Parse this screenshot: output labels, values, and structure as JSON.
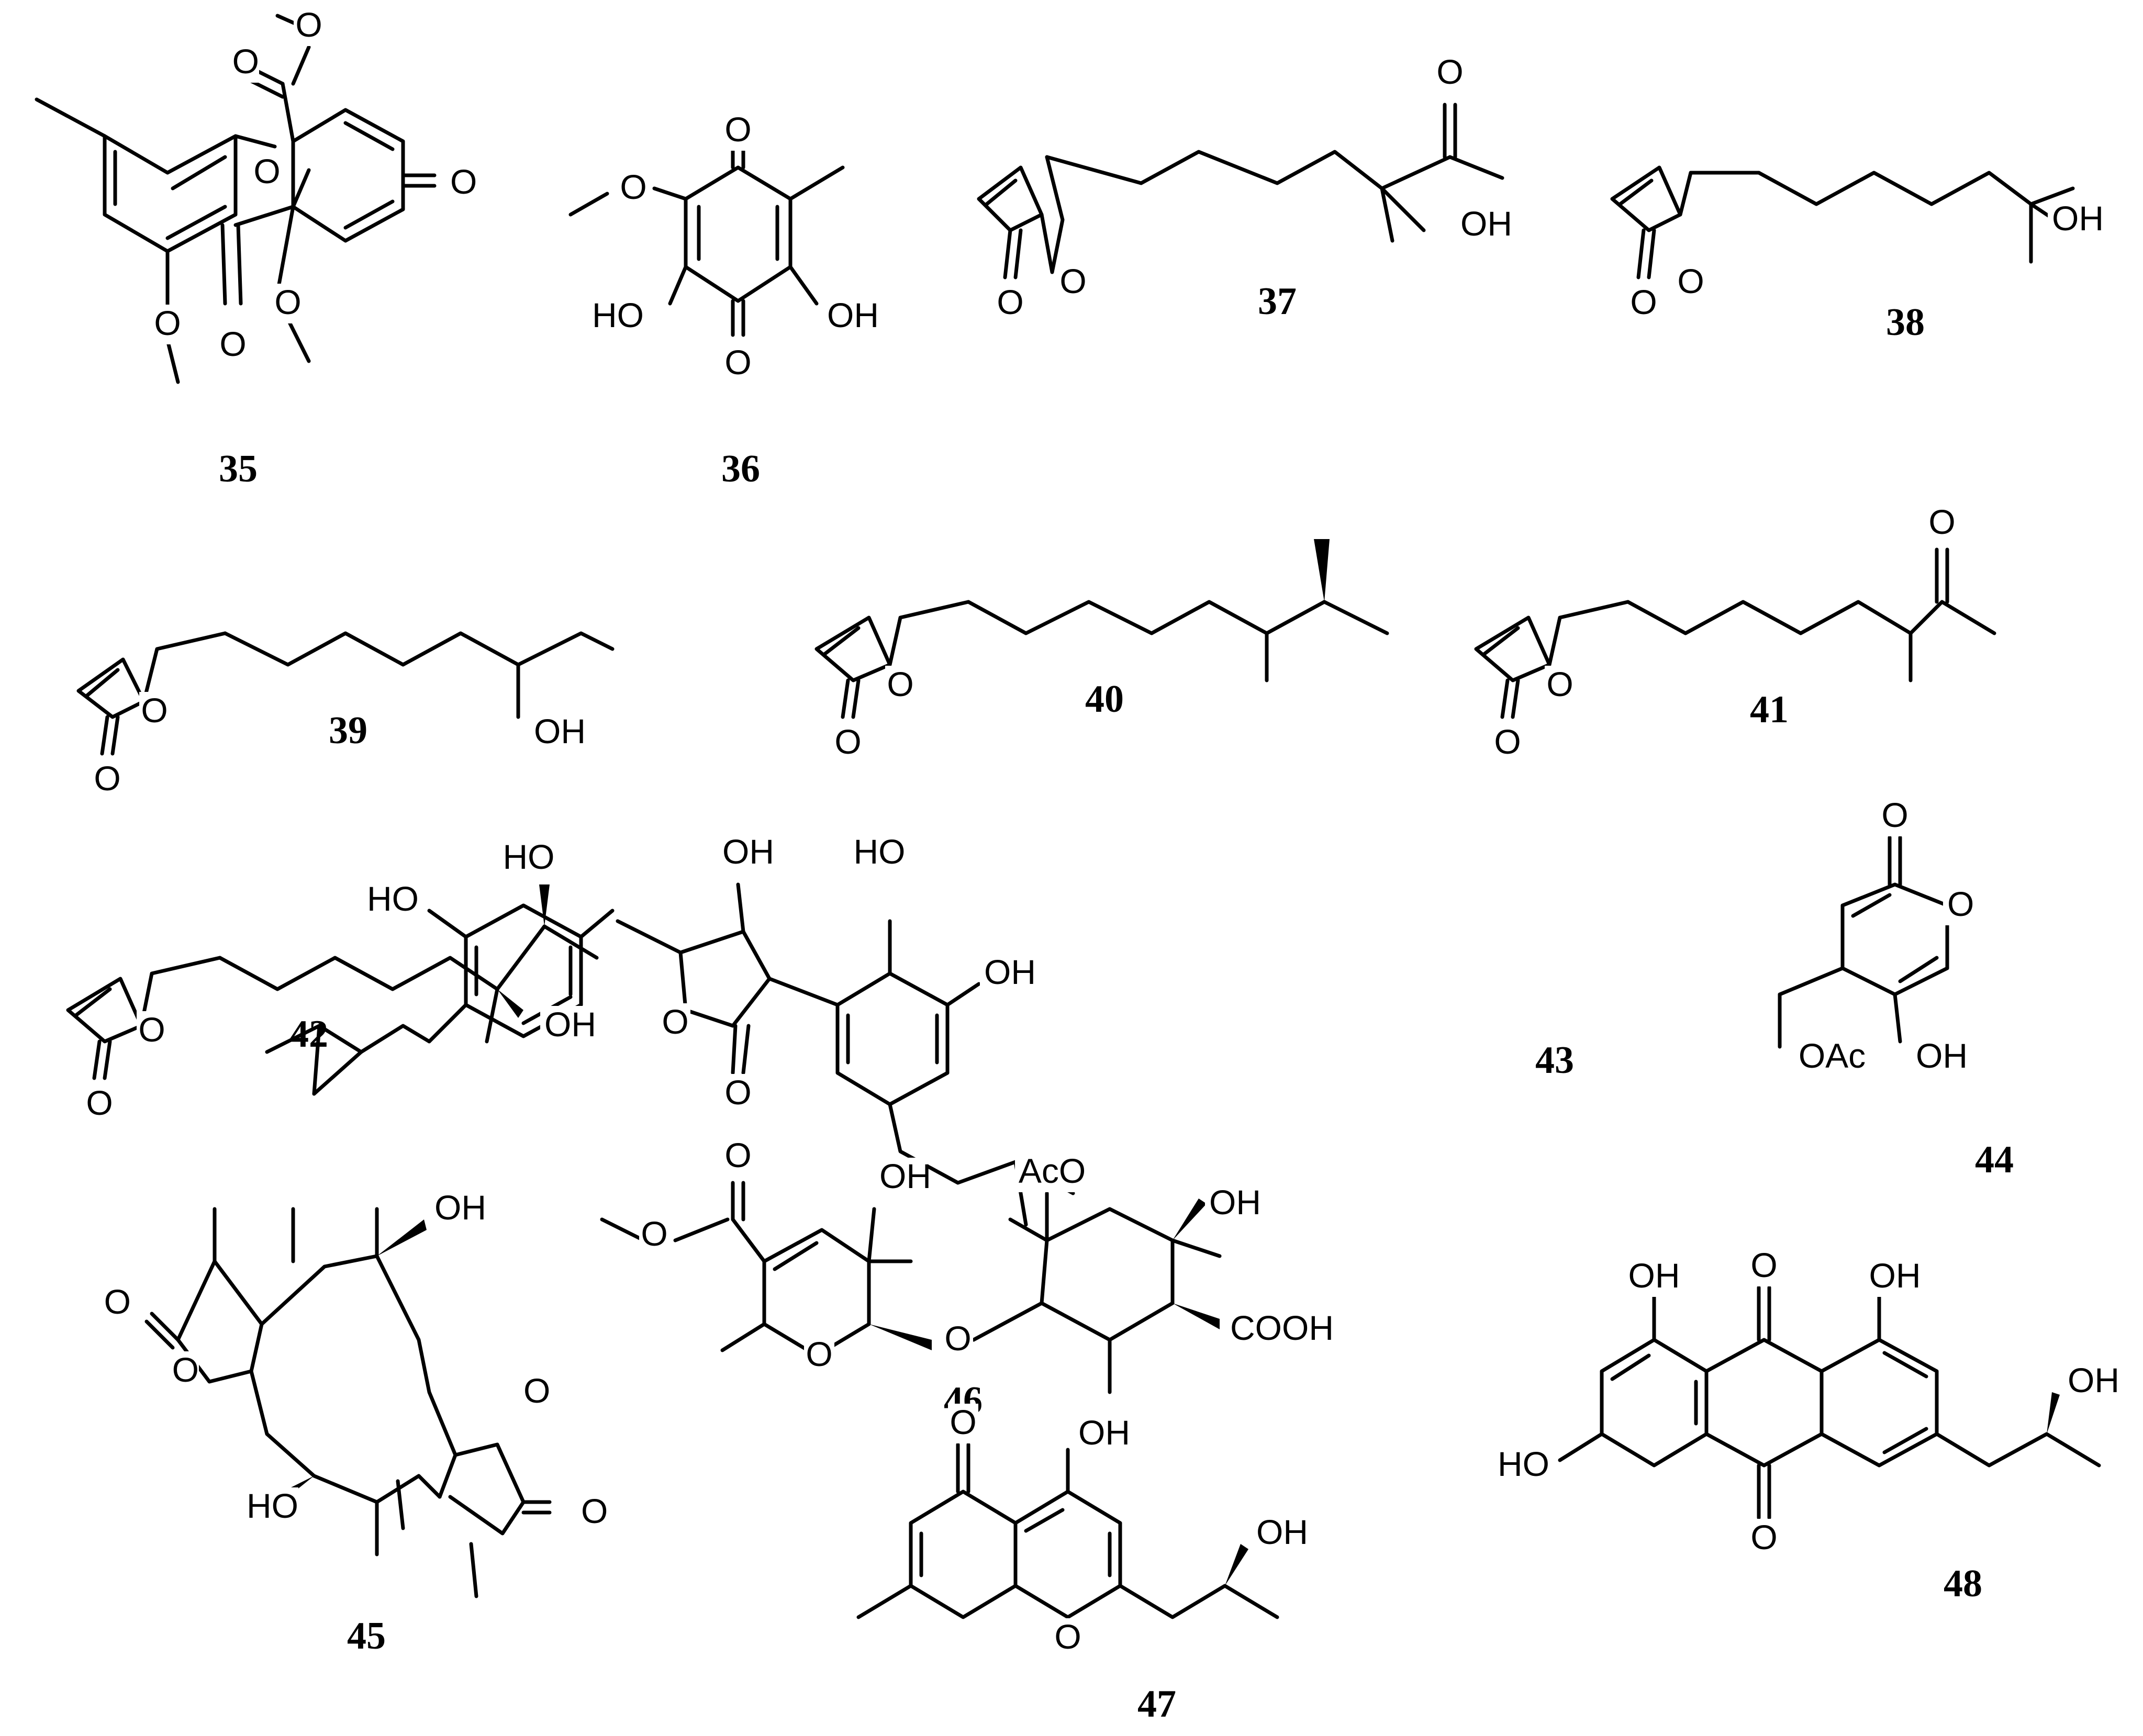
{
  "compounds": [
    {
      "id": "35",
      "atoms": [
        "O",
        "O",
        "O",
        "O",
        "O",
        "O",
        "O"
      ]
    },
    {
      "id": "36",
      "atoms": [
        "O",
        "O",
        "O",
        "HO",
        "OH"
      ]
    },
    {
      "id": "37",
      "atoms": [
        "O",
        "O",
        "O",
        "OH"
      ]
    },
    {
      "id": "38",
      "atoms": [
        "O",
        "O",
        "OH"
      ]
    },
    {
      "id": "39",
      "atoms": [
        "O",
        "O",
        "OH"
      ]
    },
    {
      "id": "40",
      "atoms": [
        "O",
        "O"
      ]
    },
    {
      "id": "41",
      "atoms": [
        "O",
        "O",
        "O"
      ]
    },
    {
      "id": "42",
      "atoms": [
        "O",
        "O",
        "HO",
        "OH"
      ]
    },
    {
      "id": "43",
      "atoms": [
        "HO",
        "OH",
        "HO",
        "OH",
        "O",
        "O"
      ]
    },
    {
      "id": "44",
      "atoms": [
        "O",
        "O",
        "OAc",
        "OH"
      ]
    },
    {
      "id": "45",
      "atoms": [
        "O",
        "O",
        "OH",
        "O",
        "O",
        "HO"
      ]
    },
    {
      "id": "46",
      "atoms": [
        "O",
        "O",
        "OH",
        "AcO",
        "OH",
        "O",
        "O",
        "COOH"
      ]
    },
    {
      "id": "47",
      "atoms": [
        "O",
        "OH",
        "OH",
        "O"
      ]
    },
    {
      "id": "48",
      "atoms": [
        "OH",
        "O",
        "OH",
        "OH",
        "HO",
        "O"
      ]
    }
  ]
}
